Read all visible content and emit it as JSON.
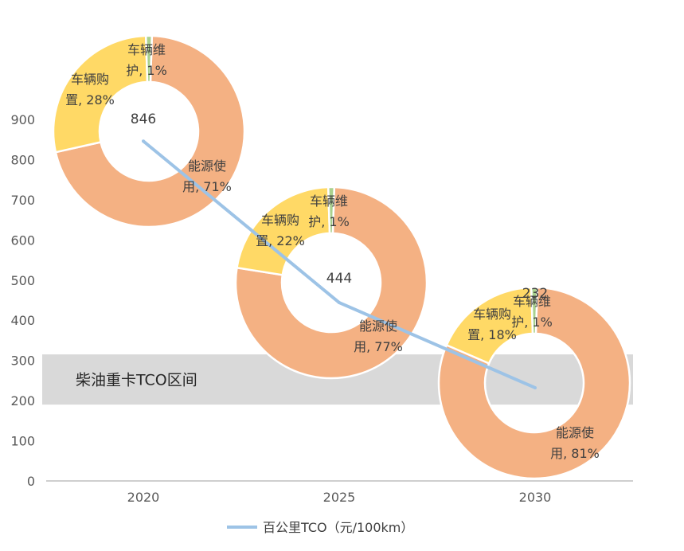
{
  "chart_data": {
    "type": "line",
    "categories": [
      "2020",
      "2025",
      "2030"
    ],
    "series": [
      {
        "name": "百公里TCO（元/100km）",
        "values": [
          846,
          444,
          232
        ],
        "color": "#9DC3E6"
      }
    ],
    "value_labels": [
      "846",
      "444",
      "232"
    ],
    "ylim": [
      0,
      900
    ],
    "y_ticks": [
      "0",
      "100",
      "200",
      "300",
      "400",
      "500",
      "600",
      "700",
      "800",
      "900"
    ],
    "grid": false,
    "legend_position": "bottom",
    "band": {
      "label": "柴油重卡TCO区间",
      "range": [
        190,
        315
      ],
      "color": "#D9D9D9"
    },
    "donuts": [
      {
        "category": "2020",
        "slices": [
          {
            "name": "车辆购置",
            "percent": 28,
            "label_line1": "车辆购",
            "label_line2": "置, 28%",
            "color": "#FFD966"
          },
          {
            "name": "能源使用",
            "percent": 71,
            "label_line1": "能源使",
            "label_line2": "用, 71%",
            "color": "#F4B183"
          },
          {
            "name": "车辆维护",
            "percent": 1,
            "label_line1": "车辆维",
            "label_line2": "护, 1%",
            "color": "#A9D18E"
          }
        ]
      },
      {
        "category": "2025",
        "slices": [
          {
            "name": "车辆购置",
            "percent": 22,
            "label_line1": "车辆购",
            "label_line2": "置, 22%",
            "color": "#FFD966"
          },
          {
            "name": "能源使用",
            "percent": 77,
            "label_line1": "能源使",
            "label_line2": "用, 77%",
            "color": "#F4B183"
          },
          {
            "name": "车辆维护",
            "percent": 1,
            "label_line1": "车辆维",
            "label_line2": "护, 1%",
            "color": "#A9D18E"
          }
        ]
      },
      {
        "category": "2030",
        "slices": [
          {
            "name": "车辆购置",
            "percent": 18,
            "label_line1": "车辆购",
            "label_line2": "置, 18%",
            "color": "#FFD966"
          },
          {
            "name": "能源使用",
            "percent": 81,
            "label_line1": "能源使",
            "label_line2": "用, 81%",
            "color": "#F4B183"
          },
          {
            "name": "车辆维护",
            "percent": 1,
            "label_line1": "车辆维",
            "label_line2": "护, 1%",
            "color": "#A9D18E"
          }
        ]
      }
    ]
  }
}
